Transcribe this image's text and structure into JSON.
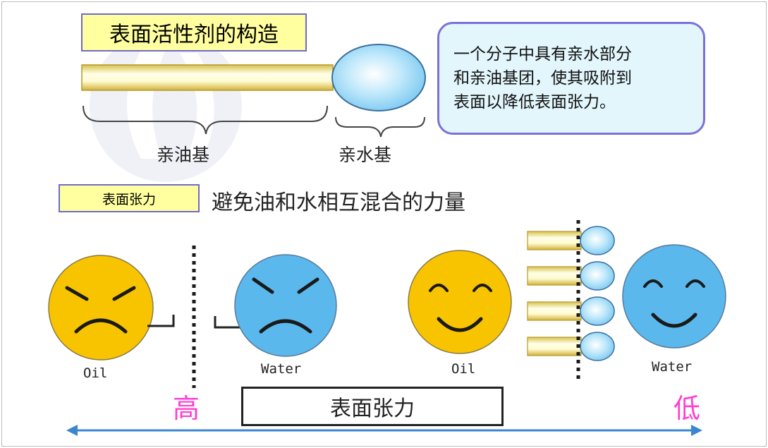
{
  "structure": {
    "title": "表面活性剂的构造",
    "lipophilic_label": "亲油基",
    "hydrophilic_label": "亲水基",
    "description_lines": [
      "一个分子中具有亲水部分",
      "和亲油基团，使其吸附到",
      "表面以降低表面张力。"
    ]
  },
  "tension": {
    "label": "表面张力",
    "description": "避免油和水相互混合的力量",
    "oil_label": "Oil",
    "water_label": "Water",
    "high_label": "高",
    "low_label": "低",
    "bar_label": "表面张力"
  },
  "colors": {
    "oil_face": "#f8c400",
    "water_face": "#5ab8ec",
    "label_bg": "#ffffa0",
    "label_border": "#6f6ac8",
    "accent_magenta": "#ff3fd4",
    "arrow_blue": "#3a86cf"
  }
}
